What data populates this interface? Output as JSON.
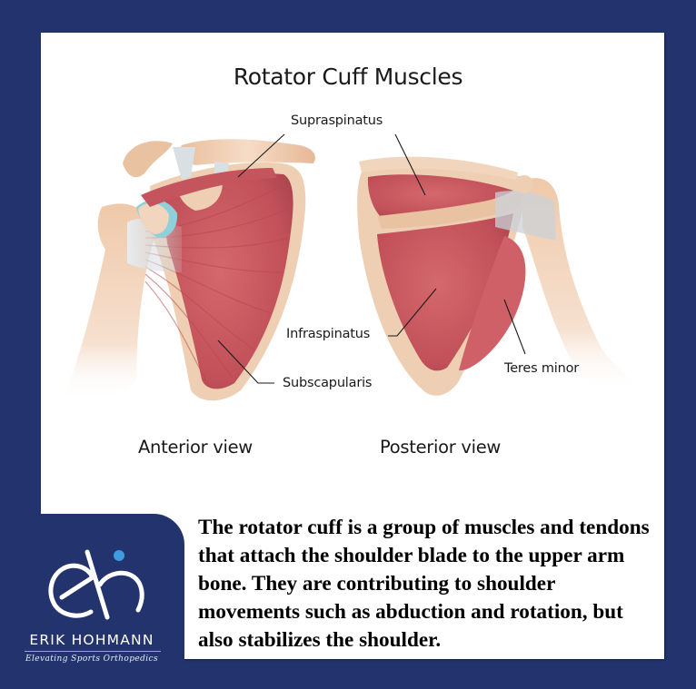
{
  "colors": {
    "background": "#22336e",
    "card": "#ffffff",
    "logo_accent_dot": "#3d9be0",
    "muscle": "#c8555c",
    "bone": "#f0cfb3",
    "tendon": "#d9e0e4",
    "cartilage": "#8fd0da"
  },
  "figure": {
    "title": "Rotator Cuff Muscles",
    "labels": {
      "supraspinatus": "Supraspinatus",
      "infraspinatus": "Infraspinatus",
      "subscapularis": "Subscapularis",
      "teres_minor": "Teres minor"
    },
    "views": {
      "anterior": "Anterior view",
      "posterior": "Posterior view"
    }
  },
  "brand": {
    "logo_icon": "eh-monogram-icon",
    "name": "ERIK HOHMANN",
    "tagline": "Elevating Sports Orthopedics"
  },
  "description": {
    "text": "The rotator cuff is a group of muscles and tendons that attach the shoulder blade to the upper arm bone. They are contributing to shoulder movements such as abduction and rotation, but also stabilizes the shoulder."
  }
}
